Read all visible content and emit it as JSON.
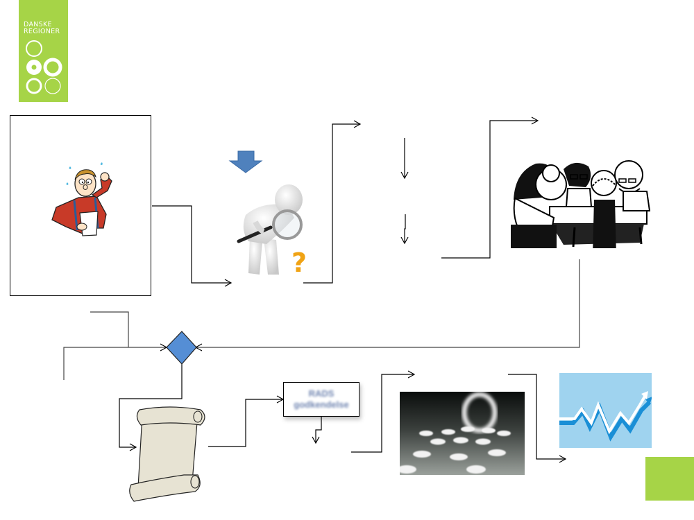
{
  "logo": {
    "line1": "DANSKE",
    "line2": "REGIONER",
    "brand_color": "#a6d447"
  },
  "flow": {
    "decision_color": "#558ed5",
    "block_arrow_color": "#4f81bd",
    "rads_box": {
      "line1": "RADS",
      "line2": "godkendelse"
    }
  },
  "illustrations": {
    "worried_man": "worried-man-clipart",
    "investigator": "magnifying-glass-figure",
    "meeting": "group-meeting-cartoon",
    "scroll": "parchment-scroll",
    "pills": "pills-photo",
    "stock_chart": "rising-chart-graphic"
  },
  "accent": {
    "corner_square_color": "#a6d447"
  }
}
